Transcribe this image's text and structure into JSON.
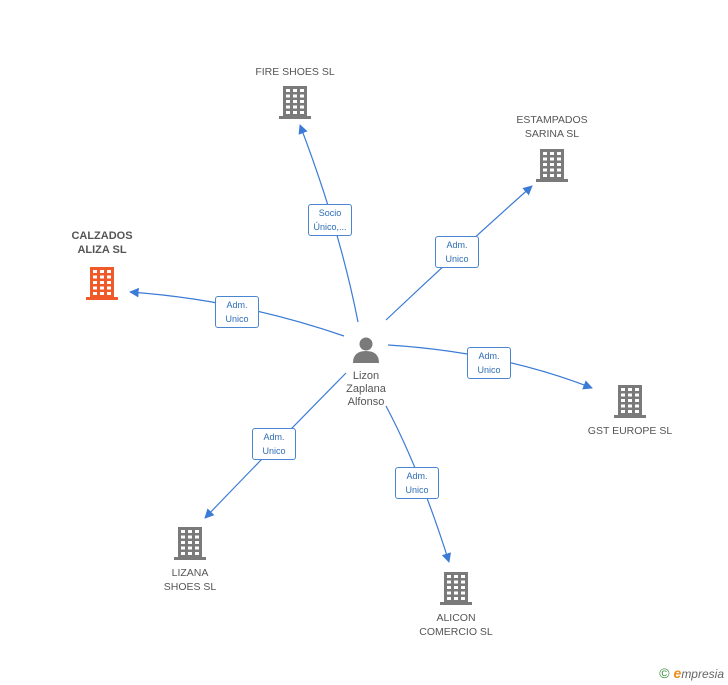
{
  "colors": {
    "edge": "#3a7bd5",
    "building": "#7a7a7a",
    "building_primary": "#f05a28",
    "person": "#7a7a7a"
  },
  "center": {
    "label": "Lizon\nZaplana\nAlfonso",
    "icon": "person-icon"
  },
  "nodes": [
    {
      "id": "fire-shoes",
      "label": "FIRE SHOES SL",
      "edge_label": "Socio\nÚnico,...",
      "primary": false
    },
    {
      "id": "estampados-sarina",
      "label": "ESTAMPADOS\nSARINA SL",
      "edge_label": "Adm.\nUnico",
      "primary": false
    },
    {
      "id": "calzados-aliza",
      "label": "CALZADOS\nALIZA SL",
      "edge_label": "Adm.\nUnico",
      "primary": true
    },
    {
      "id": "gst-europe",
      "label": "GST EUROPE SL",
      "edge_label": "Adm.\nUnico",
      "primary": false
    },
    {
      "id": "lizana-shoes",
      "label": "LIZANA\nSHOES SL",
      "edge_label": "Adm.\nUnico",
      "primary": false
    },
    {
      "id": "alicon-comercio",
      "label": "ALICON\nCOMERCIO SL",
      "edge_label": "Adm.\nUnico",
      "primary": false
    }
  ],
  "footer": {
    "copyright": "©",
    "brand_initial": "e",
    "brand_rest": "mpresia"
  }
}
